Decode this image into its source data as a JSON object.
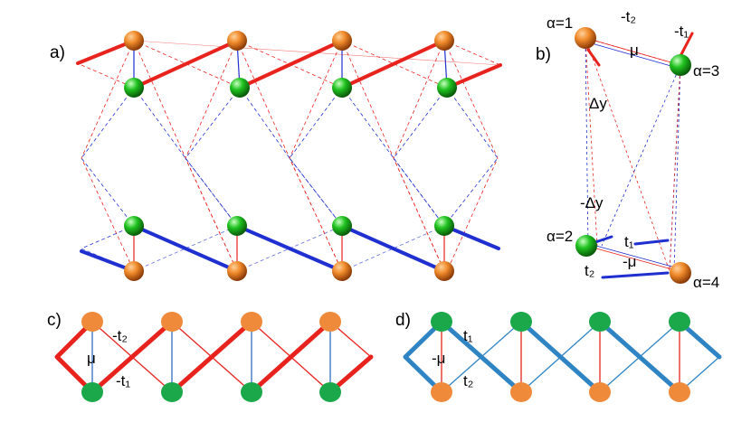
{
  "panels": {
    "a": "a)",
    "b": "b)",
    "c": "c)",
    "d": "d)"
  },
  "panel_b": {
    "alpha1": "α=1",
    "alpha2": "α=2",
    "alpha3": "α=3",
    "alpha4": "α=4",
    "neg_t2": "-t₂",
    "neg_t1": "-t₁",
    "mu": "μ",
    "delta_y": "Δy",
    "neg_delta_y": "-Δy",
    "t1": "t₁",
    "neg_mu": "-μ",
    "t2": "t₂"
  },
  "panel_c": {
    "neg_t2": "-t₂",
    "mu": "μ",
    "neg_t1": "-t₁"
  },
  "panel_d": {
    "t1": "t₁",
    "neg_mu": "-μ",
    "t2": "t₂"
  },
  "colors": {
    "orange_site": "#ee8a3a",
    "green_site": "#1aa84a",
    "red_bond": "#e8231e",
    "blue_bond": "#1f2fd0",
    "teal_bond": "#2f84c4"
  }
}
